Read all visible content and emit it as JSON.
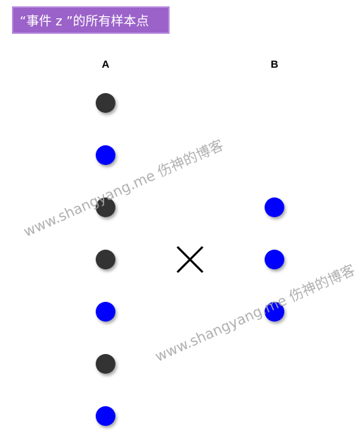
{
  "title": "“事件 z ”的所有样本点",
  "columns": [
    {
      "label": "A",
      "dots": [
        "dark",
        "blue",
        "dark",
        "dark",
        "blue",
        "dark",
        "blue"
      ]
    },
    {
      "label": "B",
      "dots": [
        "blue",
        "blue",
        "blue"
      ]
    }
  ],
  "operator_icon": "times-icon",
  "watermarks": [
    "www.shangyang.me 伤神的博客",
    "www.shangyang.me 伤神的博客"
  ],
  "colors": {
    "title_bg": "#9b62c9",
    "dot_dark": "#333333",
    "dot_blue": "#0000ff",
    "watermark": "#a8a8a8"
  }
}
